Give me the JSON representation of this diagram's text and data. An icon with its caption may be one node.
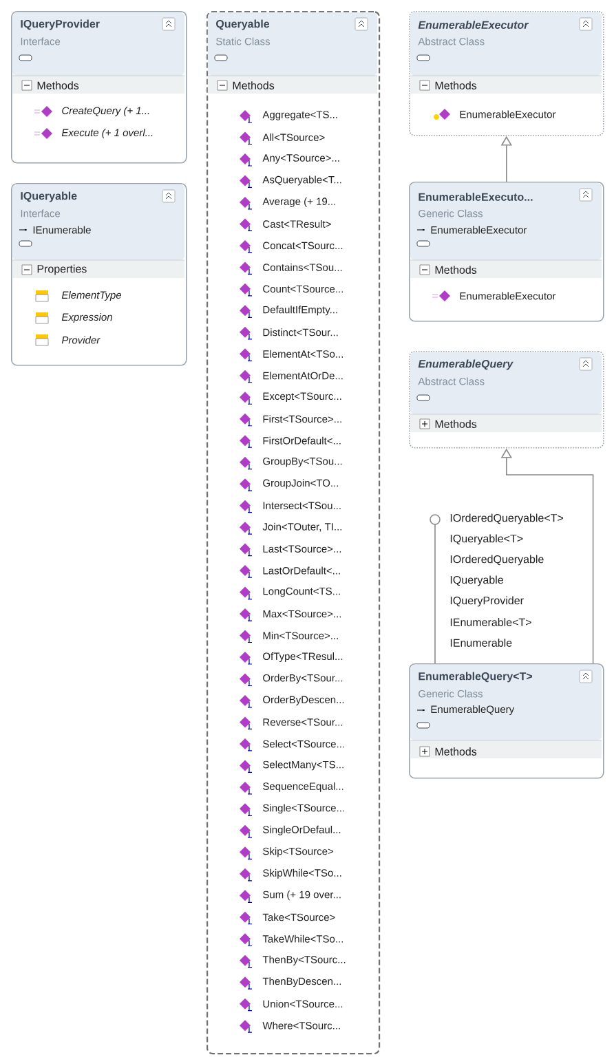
{
  "diagram": {
    "nodes": [
      {
        "text": [
          "IQueryProvider",
          "Interface",
          "Methods",
          "CreateQuery (+ 1...",
          "Execute (+ 1 overl..."
        ]
      },
      {
        "text": [
          "IQueryable",
          "Interface",
          "IEnumerable",
          "Properties",
          "ElementType",
          "Expression",
          "Provider"
        ]
      },
      {
        "text": [
          "Queryable",
          "Static Class",
          "Methods",
          "Aggregate<TS...",
          "All<TSource>",
          "Any<TSource>...",
          "AsQueryable<T...",
          "Average (+ 19...",
          "Cast<TResult>",
          "Concat<TSourc...",
          "Contains<TSou...",
          "Count<TSource...",
          "DefaultIfEmpty...",
          "Distinct<TSour...",
          "ElementAt<TSo...",
          "ElementAtOrDe...",
          "Except<TSourc...",
          "First<TSource>...",
          "FirstOrDefault<...",
          "GroupBy<TSou...",
          "GroupJoin<TO...",
          "Intersect<TSou...",
          "Join<TOuter, TI...",
          "Last<TSource>...",
          "LastOrDefault<...",
          "LongCount<TS...",
          "Max<TSource>...",
          "Min<TSource>...",
          "OfType<TResul...",
          "OrderBy<TSour...",
          "OrderByDescen...",
          "Reverse<TSour...",
          "Select<TSource...",
          "SelectMany<TS...",
          "SequenceEqual...",
          "Single<TSource...",
          "SingleOrDefaul...",
          "Skip<TSource>",
          "SkipWhile<TSo...",
          "Sum (+ 19 over...",
          "Take<TSource>",
          "TakeWhile<TSo...",
          "ThenBy<TSourc...",
          "ThenByDescen...",
          "Union<TSource...",
          "Where<TSourc..."
        ]
      },
      {
        "text": [
          "EnumerableExecutor",
          "Abstract Class",
          "Methods",
          "EnumerableExecutor"
        ]
      },
      {
        "text": [
          "EnumerableExecuto...",
          "Generic Class",
          "EnumerableExecutor",
          "Methods",
          "EnumerableExecutor"
        ]
      },
      {
        "text": [
          "EnumerableQuery",
          "Abstract Class",
          "Methods"
        ]
      },
      {
        "text": [
          "IOrderedQueryable<T>",
          "IQueryable<T>",
          "IOrderedQueryable",
          "IQueryable",
          "IQueryProvider",
          "IEnumerable<T>",
          "IEnumerable"
        ]
      },
      {
        "text": [
          "EnumerableQuery<T>",
          "Generic Class",
          "EnumerableQuery",
          "Methods"
        ]
      }
    ],
    "edges": [
      {
        "from": 4,
        "to": 3,
        "arrow": "to"
      },
      {
        "from": 7,
        "to": 5,
        "arrow": "to"
      },
      {
        "from": 7,
        "to": 6,
        "arrow": "other"
      }
    ]
  }
}
